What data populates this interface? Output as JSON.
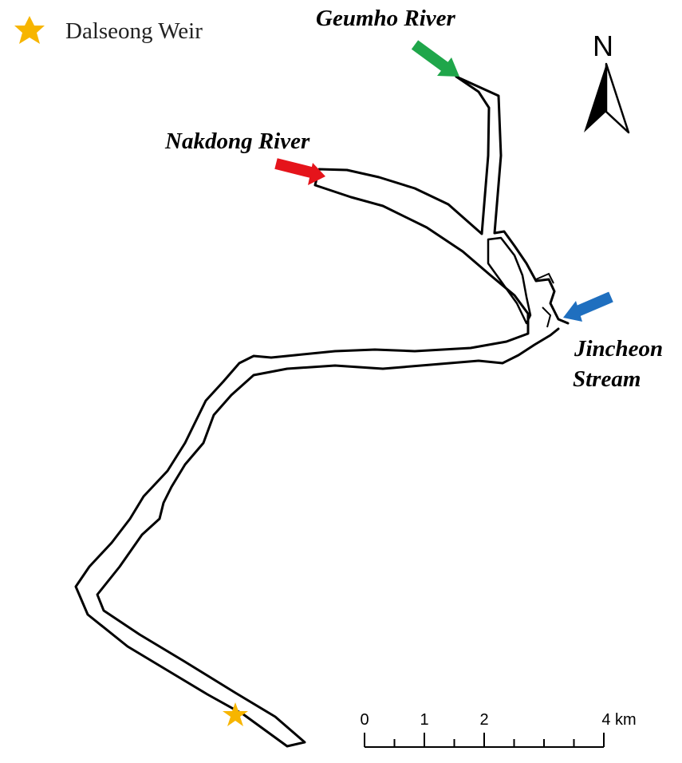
{
  "legend": {
    "weir_label": "Dalseong Weir",
    "weir_symbol": "star-icon",
    "weir_color": "#F7B500"
  },
  "rivers": {
    "geumho": {
      "label": "Geumho River",
      "arrow_color": "#1FA64A"
    },
    "nakdong": {
      "label": "Nakdong River",
      "arrow_color": "#E5141B"
    },
    "jincheon": {
      "label_line1": "Jincheon",
      "label_line2": "Stream",
      "arrow_color": "#1F6FBF"
    }
  },
  "north_arrow": {
    "label": "N"
  },
  "scale_bar": {
    "tick_labels": [
      "0",
      "1",
      "2",
      "4 km"
    ],
    "max_km": 4
  },
  "colors": {
    "outline": "#000000",
    "background": "#ffffff"
  }
}
